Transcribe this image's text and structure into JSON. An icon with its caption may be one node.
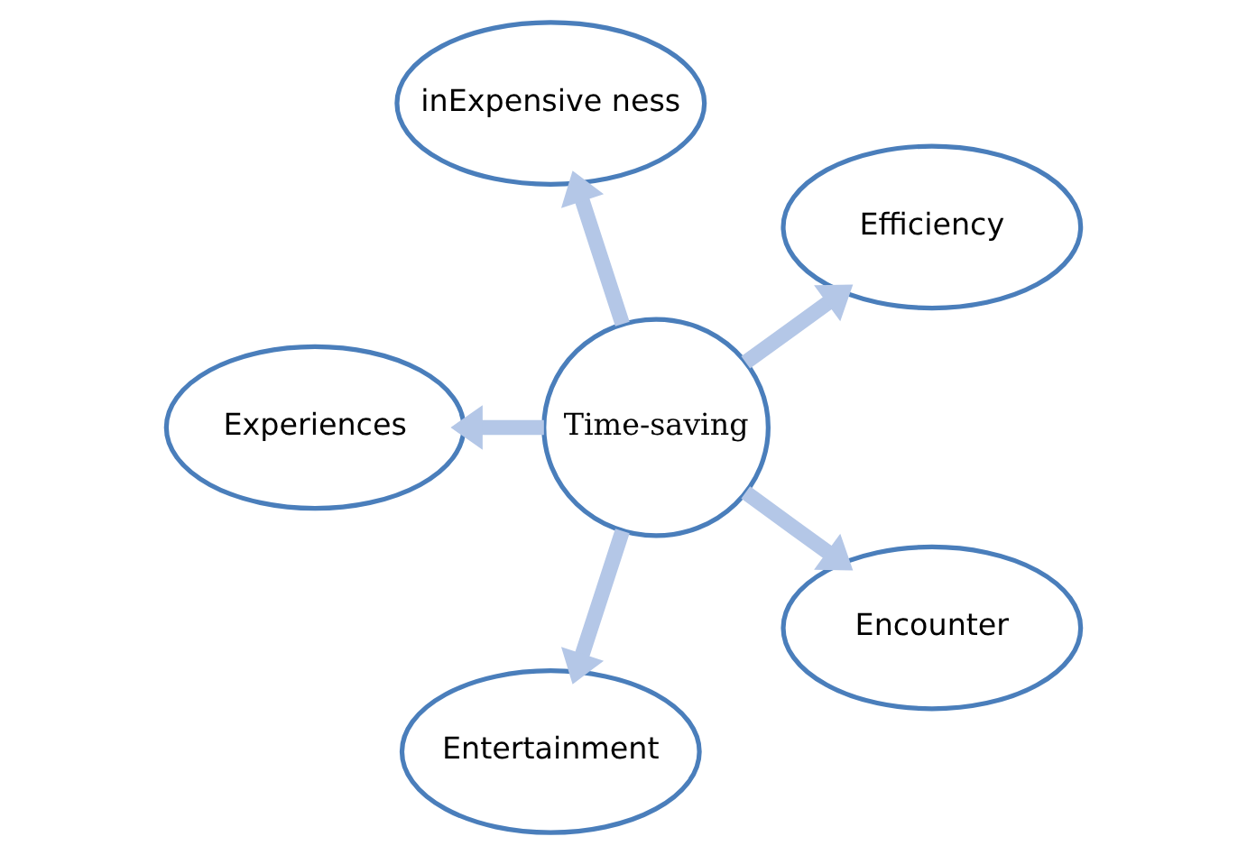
{
  "diagram": {
    "nodes": [
      {
        "text": [
          "Time-saving"
        ]
      },
      {
        "text": [
          "Efficiency"
        ]
      },
      {
        "text": [
          "inExpensive ness"
        ]
      },
      {
        "text": [
          "Experiences"
        ]
      },
      {
        "text": [
          "Entertainment"
        ]
      },
      {
        "text": [
          "Encounter"
        ]
      }
    ],
    "edges": [
      {
        "from": 0,
        "to": 1,
        "arrow": "to"
      },
      {
        "from": 0,
        "to": 2,
        "arrow": "to"
      },
      {
        "from": 0,
        "to": 3,
        "arrow": "to"
      },
      {
        "from": 0,
        "to": 4,
        "arrow": "to"
      },
      {
        "from": 0,
        "to": 5,
        "arrow": "to"
      }
    ]
  }
}
